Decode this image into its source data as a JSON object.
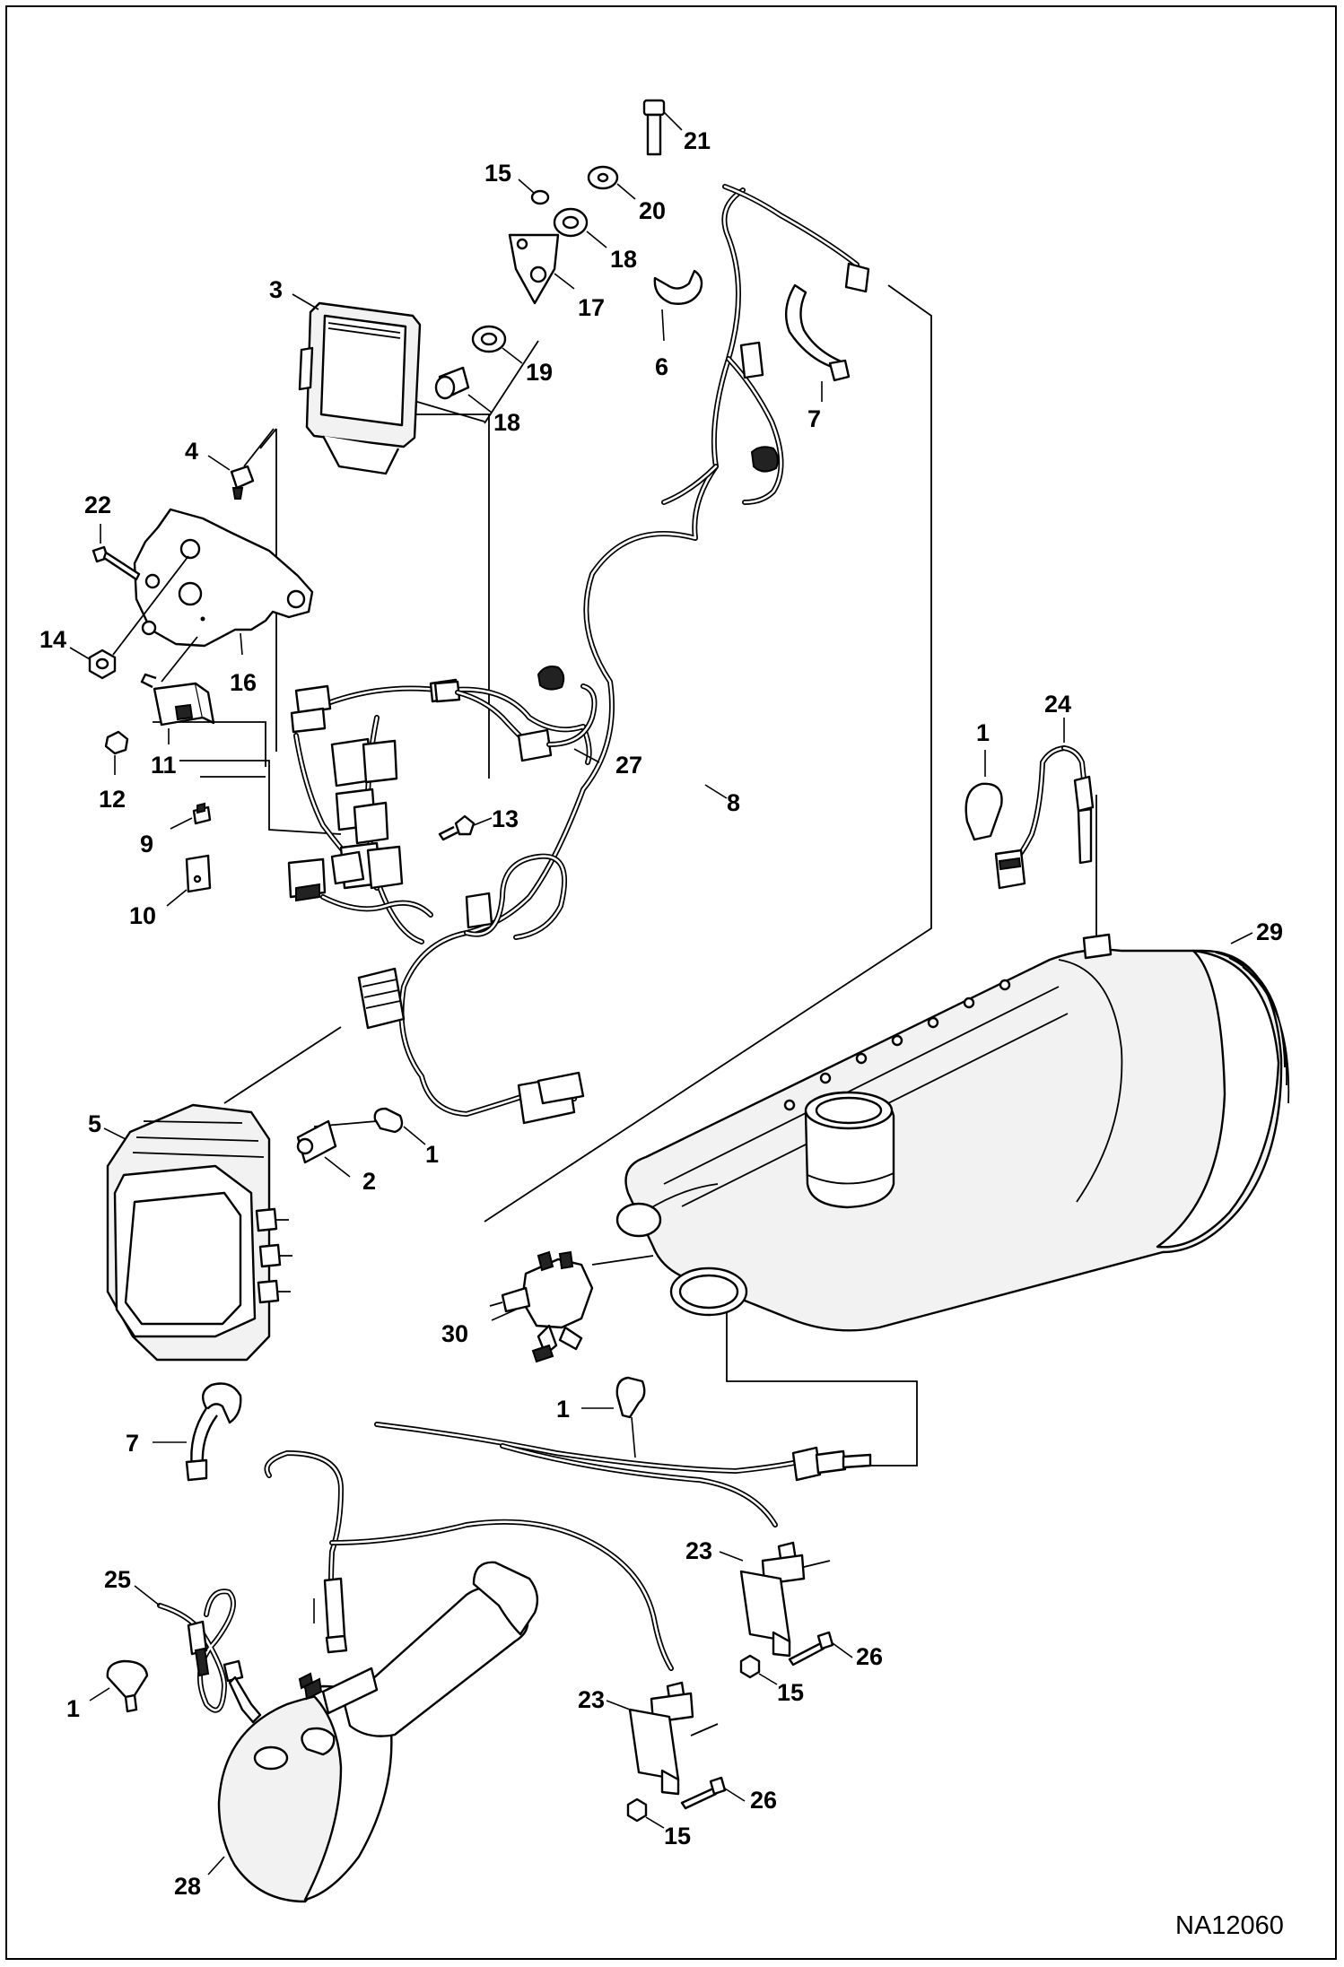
{
  "drawing": {
    "code": "NA12060",
    "callouts": {
      "c21": "21",
      "c15a": "15",
      "c20": "20",
      "c18a": "18",
      "c17": "17",
      "c3": "3",
      "c6": "6",
      "c19": "19",
      "c18b": "18",
      "c7a": "7",
      "c4": "4",
      "c22": "22",
      "c14": "14",
      "c16": "16",
      "c11": "11",
      "c12": "12",
      "c27": "27",
      "c8": "8",
      "c13": "13",
      "c9": "9",
      "c10": "10",
      "c1a": "1",
      "c24": "24",
      "c29": "29",
      "c5": "5",
      "c2": "2",
      "c1b": "1",
      "c30": "30",
      "c1c": "1",
      "c7b": "7",
      "c23a": "23",
      "c26a": "26",
      "c15b": "15",
      "c25": "25",
      "c1d": "1",
      "c23b": "23",
      "c26b": "26",
      "c15c": "15",
      "c28": "28"
    }
  }
}
